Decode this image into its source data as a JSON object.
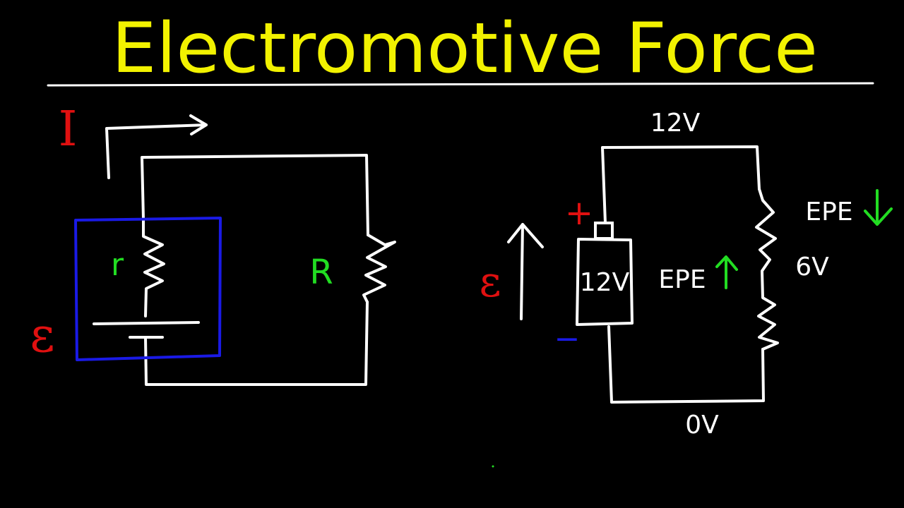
{
  "title": "Electromotive Force",
  "colors": {
    "background": "#000000",
    "title": "#f2f200",
    "wire": "#ffffff",
    "current_label": "#e01010",
    "emf_label": "#e01010",
    "resistor_label": "#22dd22",
    "internal_box": "#1a1ae6",
    "arrow_up": "#22dd22",
    "plus_sign": "#e01010",
    "minus_sign": "#1a1ae6"
  },
  "left_circuit": {
    "current_label": "I",
    "internal_resistance_label": "r",
    "load_resistance_label": "R",
    "emf_label": "ε"
  },
  "right_circuit": {
    "top_voltage": "12V",
    "battery_voltage": "12V",
    "middle_voltage": "6V",
    "bottom_voltage": "0V",
    "plus": "+",
    "minus": "−",
    "emf_label": "ε",
    "epe_battery": "EPE",
    "epe_resistor": "EPE",
    "epe_battery_arrow": "up-arrow-icon",
    "epe_resistor_arrow": "down-arrow-icon"
  }
}
